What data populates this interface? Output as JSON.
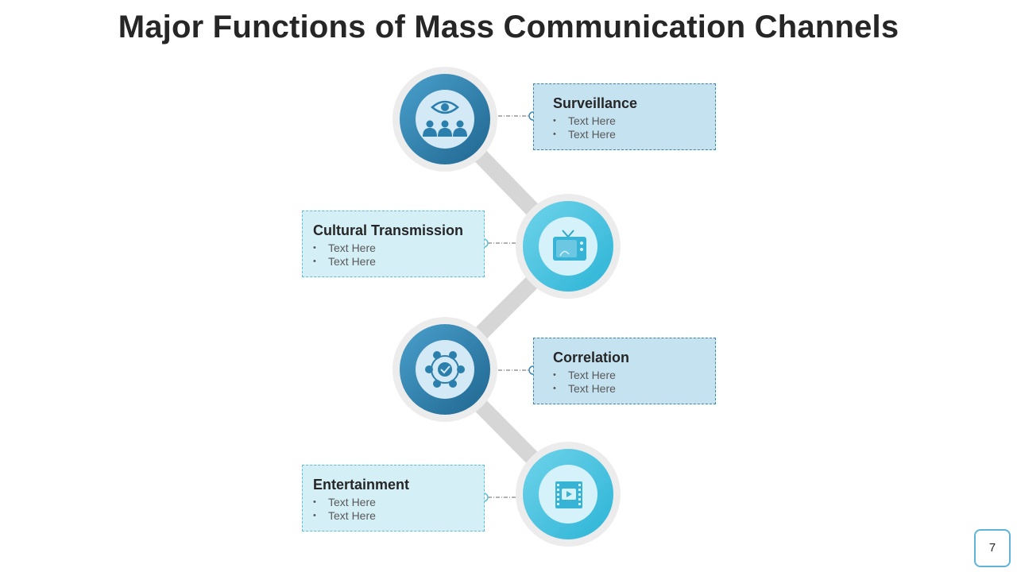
{
  "title": "Major Functions of Mass Communication Channels",
  "colors": {
    "dark_blue": "#2b7fac",
    "light_blue": "#3cbcd9",
    "title": "#262626"
  },
  "items": [
    {
      "heading": "Surveillance",
      "bullets": [
        "Text Here",
        "Text Here"
      ],
      "icon": "eye-people-icon"
    },
    {
      "heading": "Cultural Transmission",
      "bullets": [
        "Text Here",
        "Text Here"
      ],
      "icon": "tv-icon"
    },
    {
      "heading": "Correlation",
      "bullets": [
        "Text Here",
        "Text Here"
      ],
      "icon": "network-check-icon"
    },
    {
      "heading": "Entertainment",
      "bullets": [
        "Text Here",
        "Text Here"
      ],
      "icon": "video-play-icon"
    }
  ],
  "page_number": "7"
}
